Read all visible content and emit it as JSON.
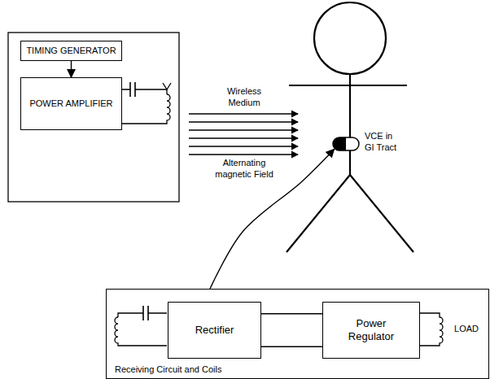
{
  "diagram": {
    "nodes": [
      {
        "text": [
          "TIMING GENERATOR"
        ]
      },
      {
        "text": [
          "POWER AMPLIFIER"
        ]
      },
      {
        "text": [
          "VCE in GI Tract"
        ]
      },
      {
        "text": [
          "Receiving Circuit and Coils"
        ]
      },
      {
        "text": [
          "Rectifier"
        ],
        "in": 3
      },
      {
        "text": [
          "Power Regulator"
        ],
        "in": 3
      }
    ],
    "edges": [
      {
        "from": 0,
        "to": 1,
        "arrow": "to"
      },
      {
        "from": 3,
        "to": 2,
        "arrow": "to"
      },
      {
        "from": 4,
        "to": 5,
        "arrow": "none"
      },
      {
        "from": 4,
        "to": 5,
        "arrow": "none"
      }
    ],
    "labels": [
      "Wireless Medium",
      "Alternating magnetic Field",
      "LOAD"
    ]
  }
}
